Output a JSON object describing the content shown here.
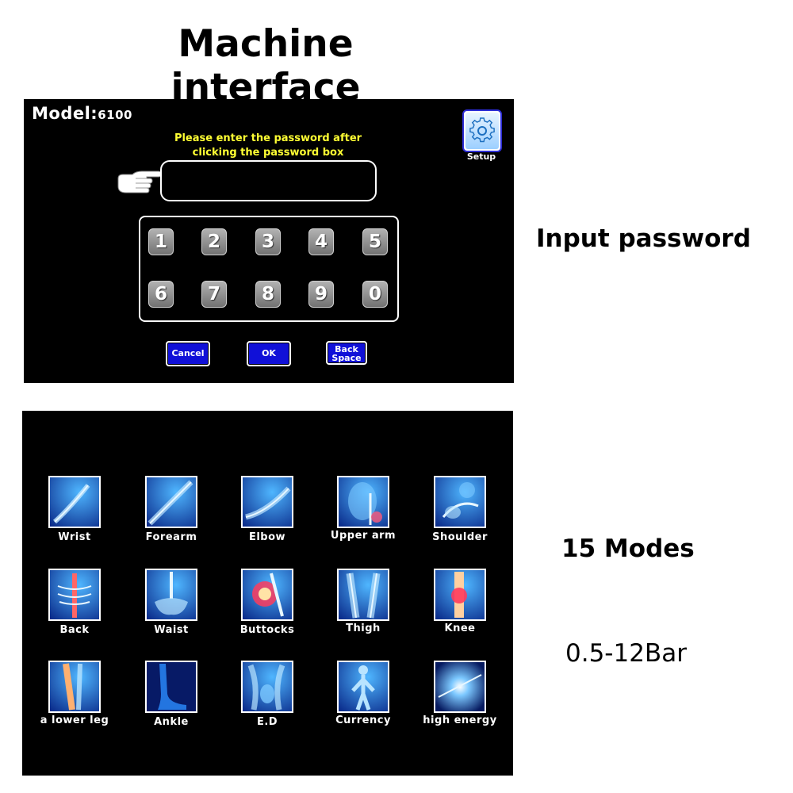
{
  "header": {
    "title": "Machine interface"
  },
  "side_labels": {
    "input_password": "Input password",
    "modes_count": "15 Modes",
    "pressure": "0.5-12Bar"
  },
  "password_screen": {
    "model_label": "Model:",
    "model_number": "6100",
    "prompt_line1": "Please enter the password after",
    "prompt_line2": "clicking the password box",
    "password_value": "",
    "setup_label": "Setup",
    "keys": [
      "1",
      "2",
      "3",
      "4",
      "5",
      "6",
      "7",
      "8",
      "9",
      "0"
    ],
    "cancel_label": "Cancel",
    "ok_label": "OK",
    "backspace_line1": "Back",
    "backspace_line2": "Space",
    "colors": {
      "background": "#000000",
      "prompt": "#ffff33",
      "button": "#1010d8"
    }
  },
  "modes": [
    {
      "label": "Wrist",
      "icon": "wrist-icon"
    },
    {
      "label": "Forearm",
      "icon": "forearm-icon"
    },
    {
      "label": "Elbow",
      "icon": "elbow-icon"
    },
    {
      "label": "Upper arm",
      "icon": "upper-arm-icon"
    },
    {
      "label": "Shoulder",
      "icon": "shoulder-icon"
    },
    {
      "label": "Back",
      "icon": "back-icon"
    },
    {
      "label": "Waist",
      "icon": "waist-icon"
    },
    {
      "label": "Buttocks",
      "icon": "buttocks-icon"
    },
    {
      "label": "Thigh",
      "icon": "thigh-icon"
    },
    {
      "label": "Knee",
      "icon": "knee-icon"
    },
    {
      "label": "a lower leg",
      "icon": "lower-leg-icon"
    },
    {
      "label": "Ankle",
      "icon": "ankle-icon"
    },
    {
      "label": "E.D",
      "icon": "ed-icon"
    },
    {
      "label": "Currency",
      "icon": "currency-icon"
    },
    {
      "label": "high energy",
      "icon": "high-energy-icon"
    }
  ]
}
